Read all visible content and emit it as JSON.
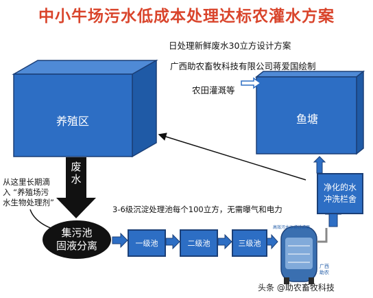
{
  "title": "中小牛场污水低成本处理达标农灌水方案",
  "subtitle": "日处理新鲜废水30立方设计方案",
  "author": "广西助农畜牧科技有限公司蒋爱国绘制",
  "farm_area": "养殖区",
  "fish_pond": "鱼塘",
  "irrigation": "农田灌溉等",
  "waste_water": [
    "废",
    "水"
  ],
  "dosing_note": [
    "从这里长期滴",
    "入 “养殖场污",
    "水生物处理剂”"
  ],
  "collection_pool": [
    "集污池",
    "固液分离"
  ],
  "settling_note": "3-6级沉淀处理池每个100立方，无需曝气和电力",
  "tanks": [
    "一级池",
    "二级池",
    "三级池"
  ],
  "filter_label": "高效污水沙滤过滤器",
  "filter_brand": [
    "广西",
    "助农"
  ],
  "clean_water": [
    "净化的水",
    "冲洗栏舍"
  ],
  "watermark": "头条 @助农畜牧科技",
  "colors": {
    "title": "#d9442b",
    "box": "#2d6ec4",
    "arrow": "#111111"
  }
}
